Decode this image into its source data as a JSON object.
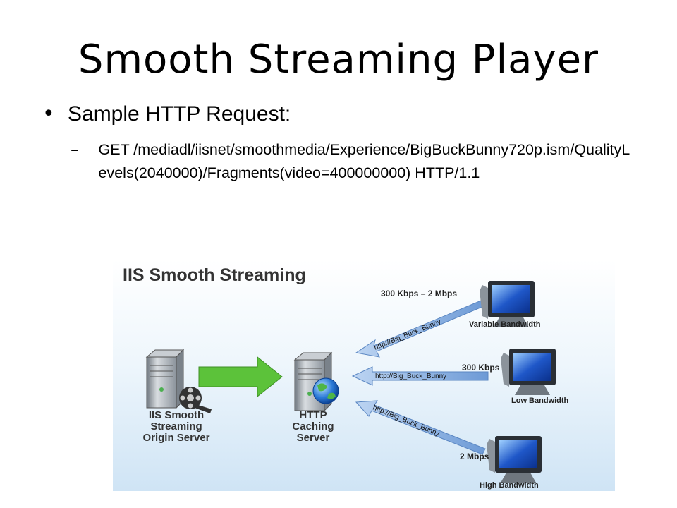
{
  "slide": {
    "title": "Smooth Streaming Player",
    "bullet": "Sample HTTP Request:",
    "sub_bullet": "GET /mediadl/iisnet/smoothmedia/Experience/BigBuckBunny720p.ism/QualityLevels(2040000)/Fragments(video=400000000) HTTP/1.1"
  },
  "diagram": {
    "heading": "IIS Smooth Streaming",
    "origin_server": [
      "IIS Smooth",
      "Streaming",
      "Origin Server"
    ],
    "caching_server": [
      "HTTP",
      "Caching",
      "Server"
    ],
    "clients": [
      {
        "rate": "300 Kbps – 2 Mbps",
        "bandwidth": "Variable Bandwidth",
        "url": "http://Big_Buck_Bunny"
      },
      {
        "rate": "300 Kbps",
        "bandwidth": "Low Bandwidth",
        "url": "http://Big_Buck_Bunny"
      },
      {
        "rate": "2 Mbps",
        "bandwidth": "High Bandwidth",
        "url": "http://Big_Buck_Bunny"
      }
    ],
    "colors": {
      "arrow_green": "#5cc23a",
      "arrow_blue": "#7fa9dd",
      "server_gray": "#9aa1a8",
      "screen_blue": "#1f57c8"
    }
  }
}
